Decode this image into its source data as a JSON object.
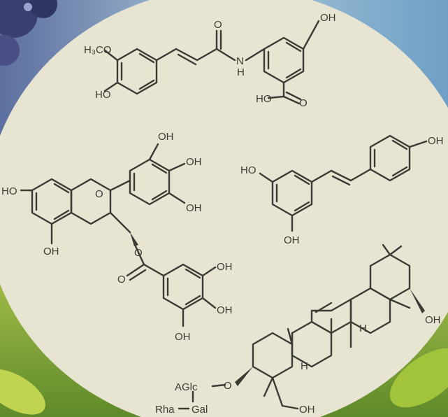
{
  "colors": {
    "disc": "#e7e4d2",
    "ink": "#3b3b33",
    "berry": "#3a3f7a",
    "sky": "#7fb0d0",
    "leaf": "#7ea23a"
  },
  "molecules": {
    "avenanthramide": {
      "methoxy": "H₃CO",
      "hydroxy_left": "HO",
      "nh": "N",
      "nh_h": "H",
      "carbonyl_o": "O",
      "hydroxy_right": "OH",
      "acid_ho": "HO",
      "acid_o": "O"
    },
    "egcg": {
      "oh_top": "OH",
      "oh_mid": "OH",
      "oh_low": "OH",
      "ring_o": "O",
      "ho_left": "HO",
      "oh_bottom": "OH",
      "ester_o": "O",
      "carbonyl_o": "O",
      "gallate_oh_top": "OH",
      "gallate_oh_mid": "OH",
      "gallate_oh_bottom": "OH"
    },
    "resveratrol": {
      "ho_left": "HO",
      "oh_bottom": "OH",
      "oh_right": "OH"
    },
    "saponin": {
      "oh_right": "OH",
      "h_upper": "H",
      "h_lower": "H",
      "sugar_agic": "AGlc",
      "sugar_o": "O",
      "sugar_rha": "Rha",
      "sugar_gal": "Gal",
      "ch2oh": "OH"
    }
  }
}
